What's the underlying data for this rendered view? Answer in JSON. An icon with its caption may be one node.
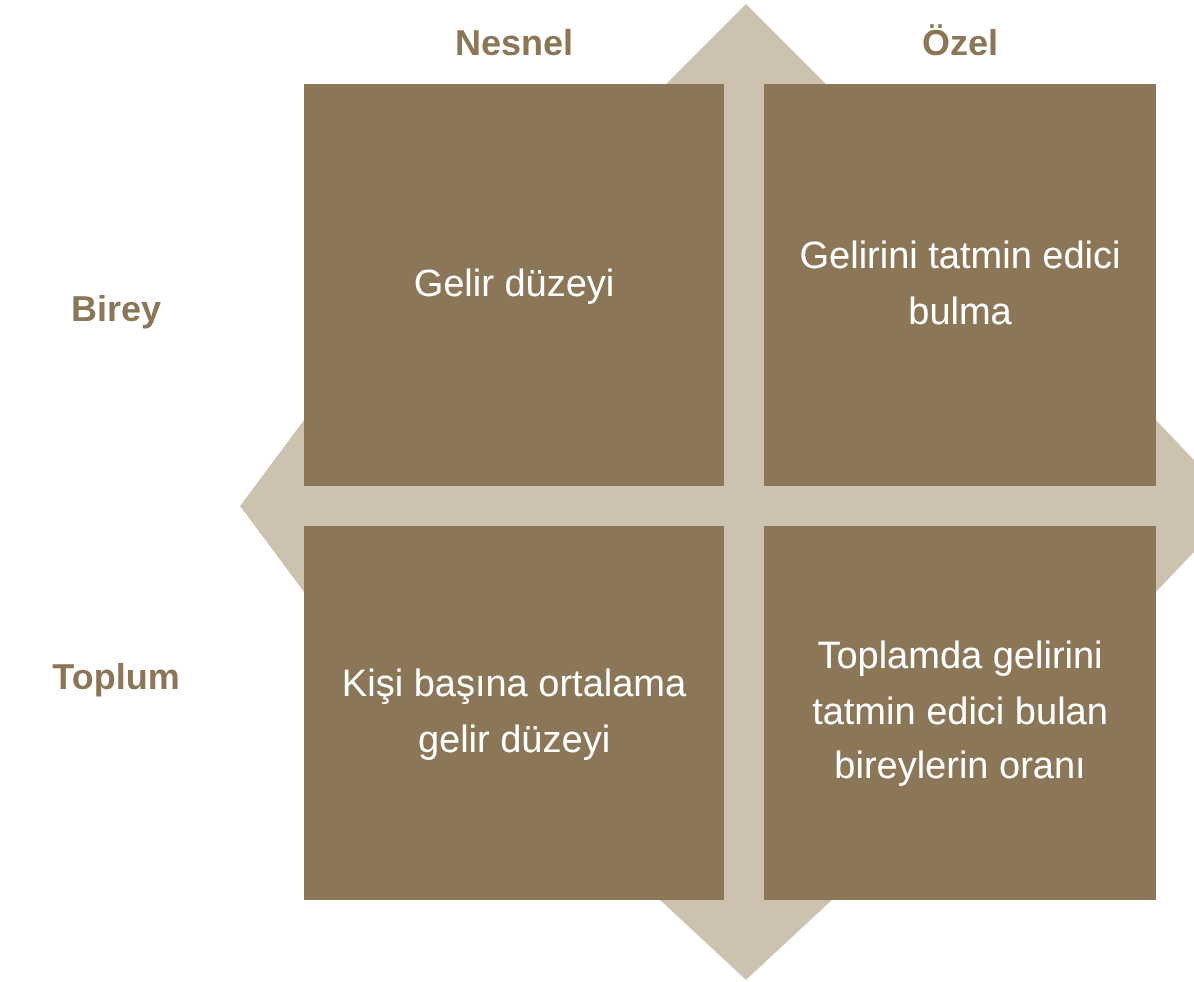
{
  "diagram": {
    "nodes": [
      {
        "text": [
          "Gelir düzeyi"
        ]
      },
      {
        "text": [
          "Gelirini tatmin edici bulma"
        ]
      },
      {
        "text": [
          "Kişi başına ortalama gelir düzeyi"
        ]
      },
      {
        "text": [
          "Toplamda gelirini tatmin edici bulan bireylerin oranı"
        ]
      }
    ],
    "labels": [
      "Nesnel",
      "Özel",
      "Birey",
      "Toplum"
    ]
  }
}
